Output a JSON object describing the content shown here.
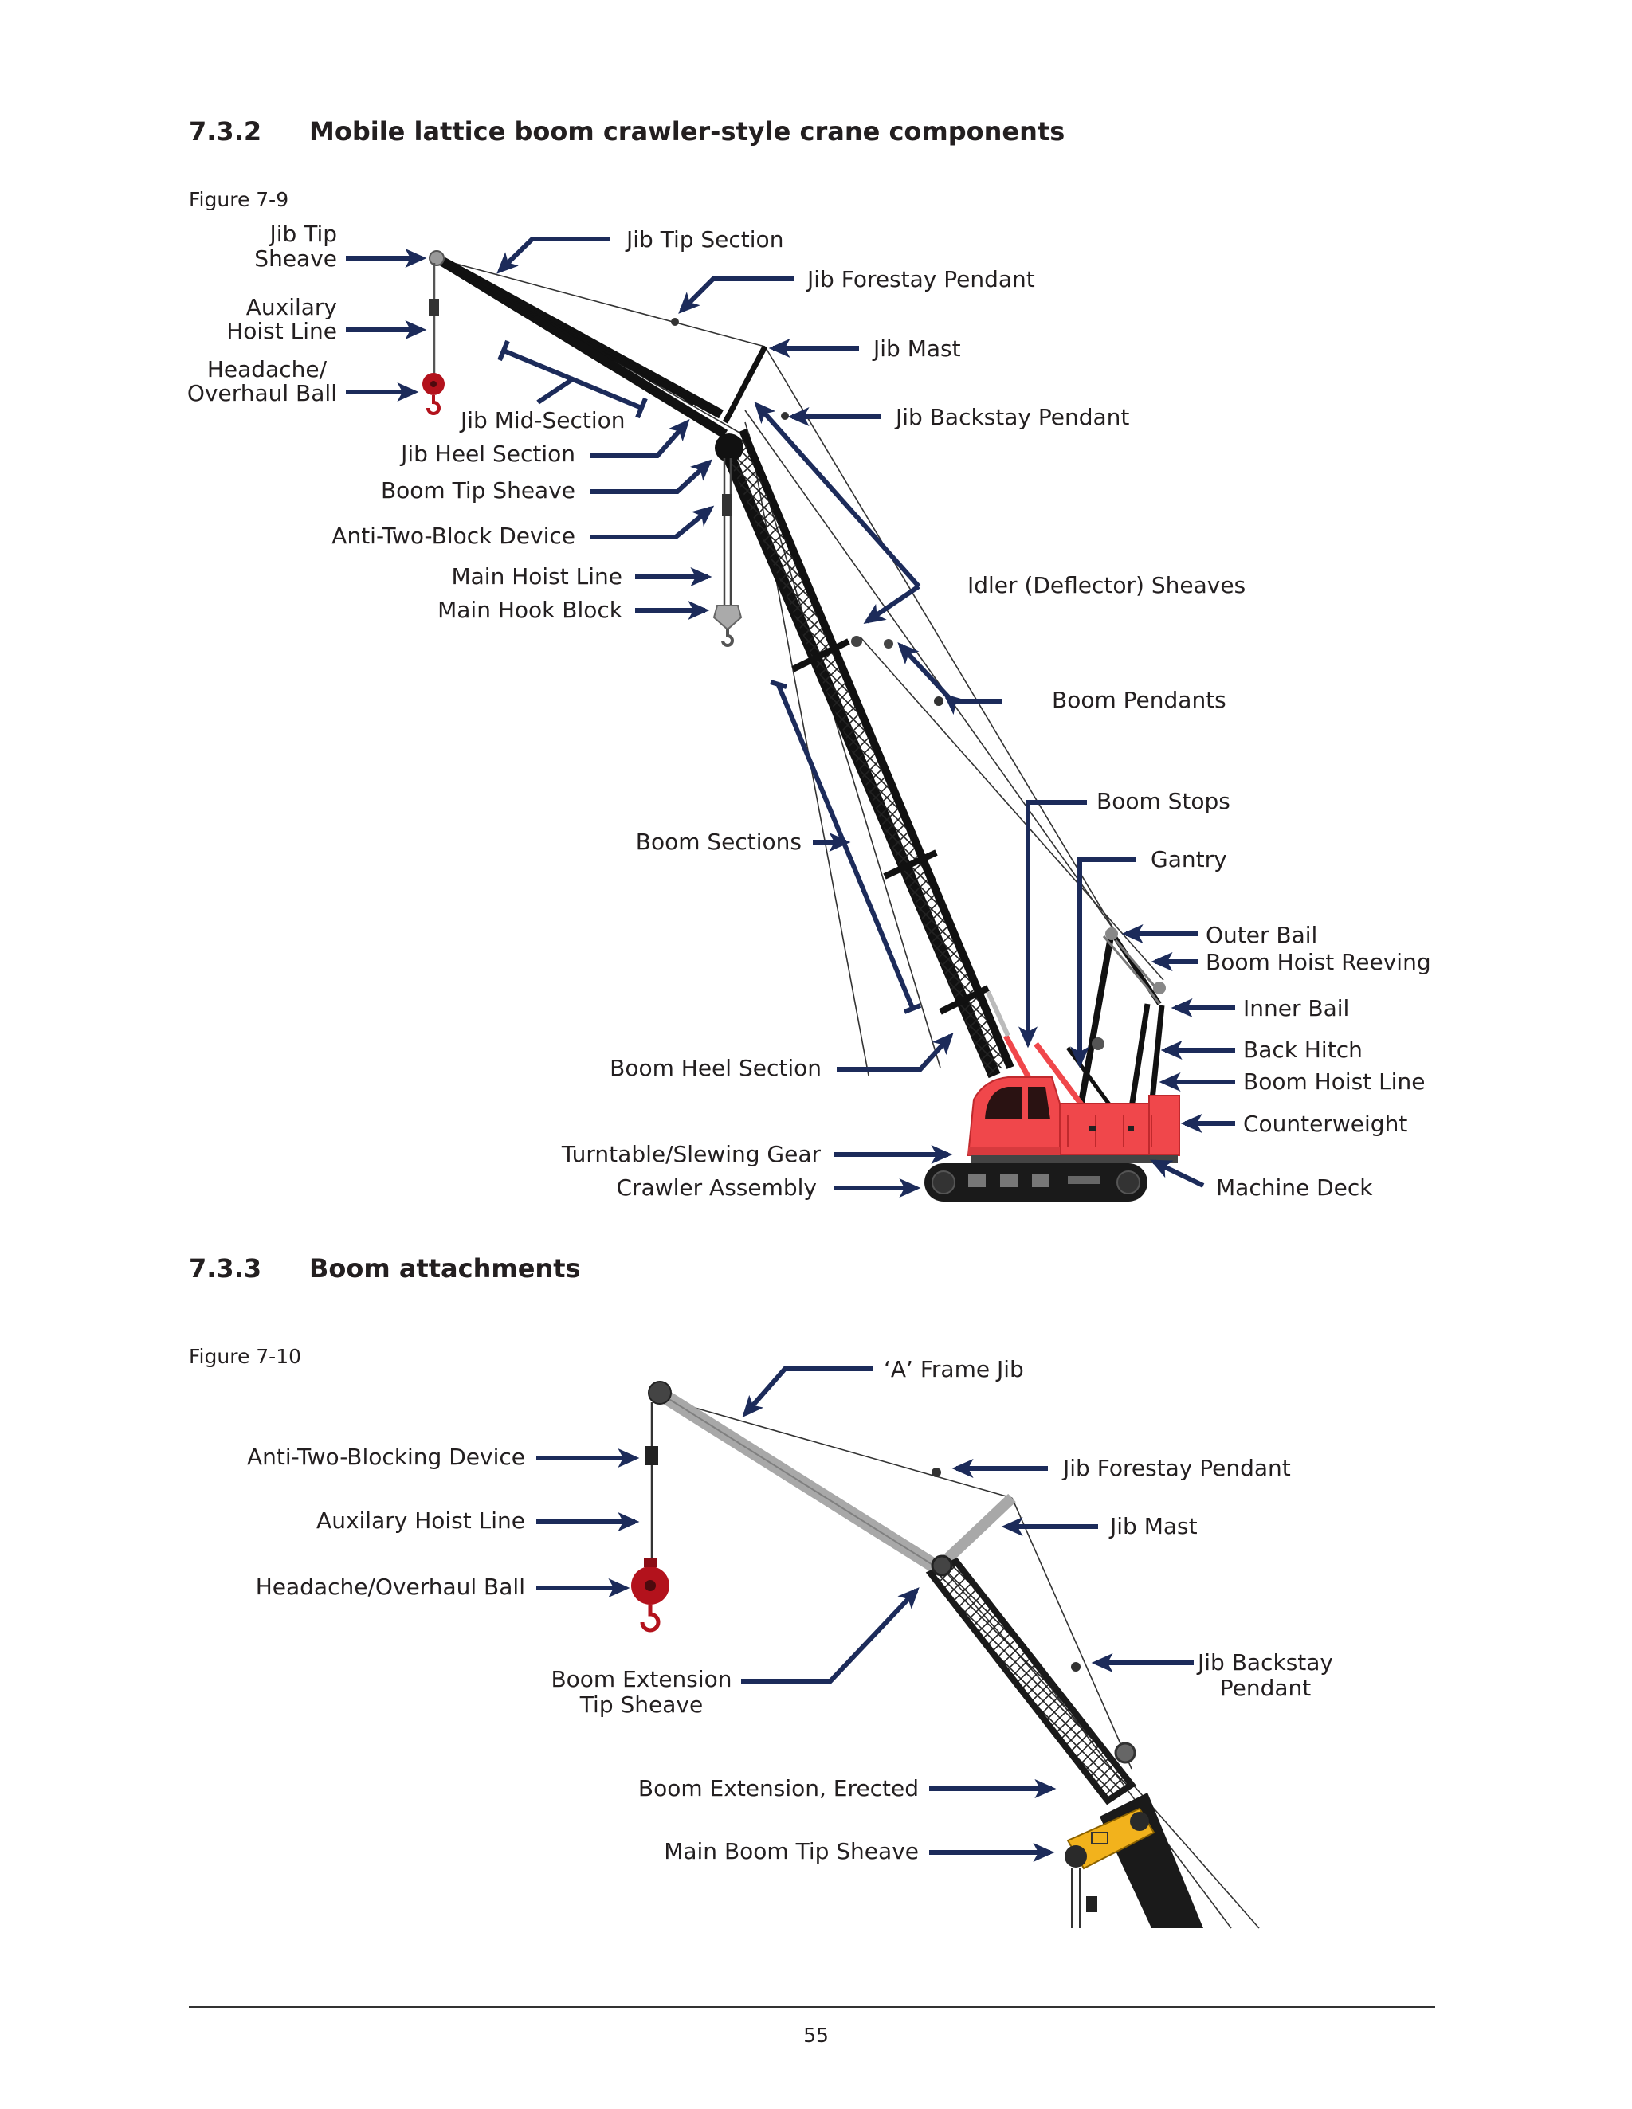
{
  "section_a": {
    "number": "7.3.2",
    "title": "Mobile lattice boom crawler-style crane components"
  },
  "figure_a": {
    "label": "Figure 7-9",
    "labels": {
      "jib_tip_sheave": [
        "Jib Tip",
        "Sheave"
      ],
      "jib_tip_section": "Jib Tip Section",
      "jib_forestay_pendant": "Jib Forestay Pendant",
      "auxiliary_hoist_line": [
        "Auxilary",
        "Hoist Line"
      ],
      "jib_mast": "Jib Mast",
      "headache_ball": [
        "Headache/",
        "Overhaul Ball"
      ],
      "jib_backstay_pendant": "Jib Backstay Pendant",
      "jib_mid_section": "Jib Mid-Section",
      "jib_heel_section": "Jib Heel Section",
      "boom_tip_sheave": "Boom Tip Sheave",
      "anti_two_block_device": "Anti-Two-Block Device",
      "main_hoist_line": "Main Hoist Line",
      "idler_sheaves": "Idler (Deflector) Sheaves",
      "main_hook_block": "Main Hook Block",
      "boom_pendants": "Boom Pendants",
      "boom_stops": "Boom Stops",
      "boom_sections": "Boom Sections",
      "gantry": "Gantry",
      "outer_bail": "Outer Bail",
      "boom_hoist_reeving": "Boom Hoist Reeving",
      "inner_bail": "Inner Bail",
      "back_hitch": "Back Hitch",
      "boom_heel_section": "Boom Heel Section",
      "boom_hoist_line": "Boom Hoist Line",
      "counterweight": "Counterweight",
      "turntable": "Turntable/Slewing Gear",
      "crawler_assembly": "Crawler Assembly",
      "machine_deck": "Machine Deck"
    }
  },
  "section_b": {
    "number": "7.3.3",
    "title": "Boom attachments"
  },
  "figure_b": {
    "label": "Figure 7-10",
    "labels": {
      "a_frame_jib": "‘A’ Frame Jib",
      "anti_two_blocking_device": "Anti-Two-Blocking Device",
      "jib_forestay_pendant": "Jib Forestay Pendant",
      "auxiliary_hoist_line": "Auxilary Hoist Line",
      "jib_mast": "Jib Mast",
      "headache_ball": "Headache/Overhaul Ball",
      "boom_extension_tip_sheave": [
        "Boom Extension",
        "Tip Sheave"
      ],
      "jib_backstay_pendant": [
        "Jib Backstay",
        "Pendant"
      ],
      "boom_extension_erected": "Boom Extension, Erected",
      "main_boom_tip_sheave": "Main Boom Tip Sheave"
    }
  },
  "colors": {
    "arrow": "#1c2b5a",
    "crane_body": "#f0474b",
    "ball": "#b3121c",
    "sheave_yellow": "#f2b21c",
    "jib_gray": "#a8a8a8"
  },
  "page_number": "55"
}
